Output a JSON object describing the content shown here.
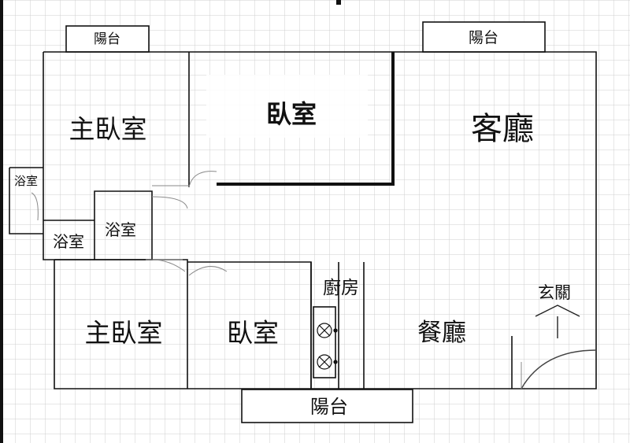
{
  "rooms": {
    "master_bedroom_top": "主臥室",
    "bedroom_top": "臥室",
    "living_room": "客廳",
    "bathroom_small": "浴室",
    "bathroom_mid": "浴室",
    "bathroom_lower": "浴室",
    "master_bedroom_bottom": "主臥室",
    "bedroom_bottom": "臥室",
    "kitchen": "廚房",
    "dining_room": "餐廳",
    "entrance": "玄關"
  },
  "balconies": {
    "top_left": "陽台",
    "top_right": "陽台",
    "bottom": "陽台"
  },
  "colors": {
    "grid": "#cfcfcf",
    "wall": "#111111",
    "door_arc": "#888888"
  }
}
